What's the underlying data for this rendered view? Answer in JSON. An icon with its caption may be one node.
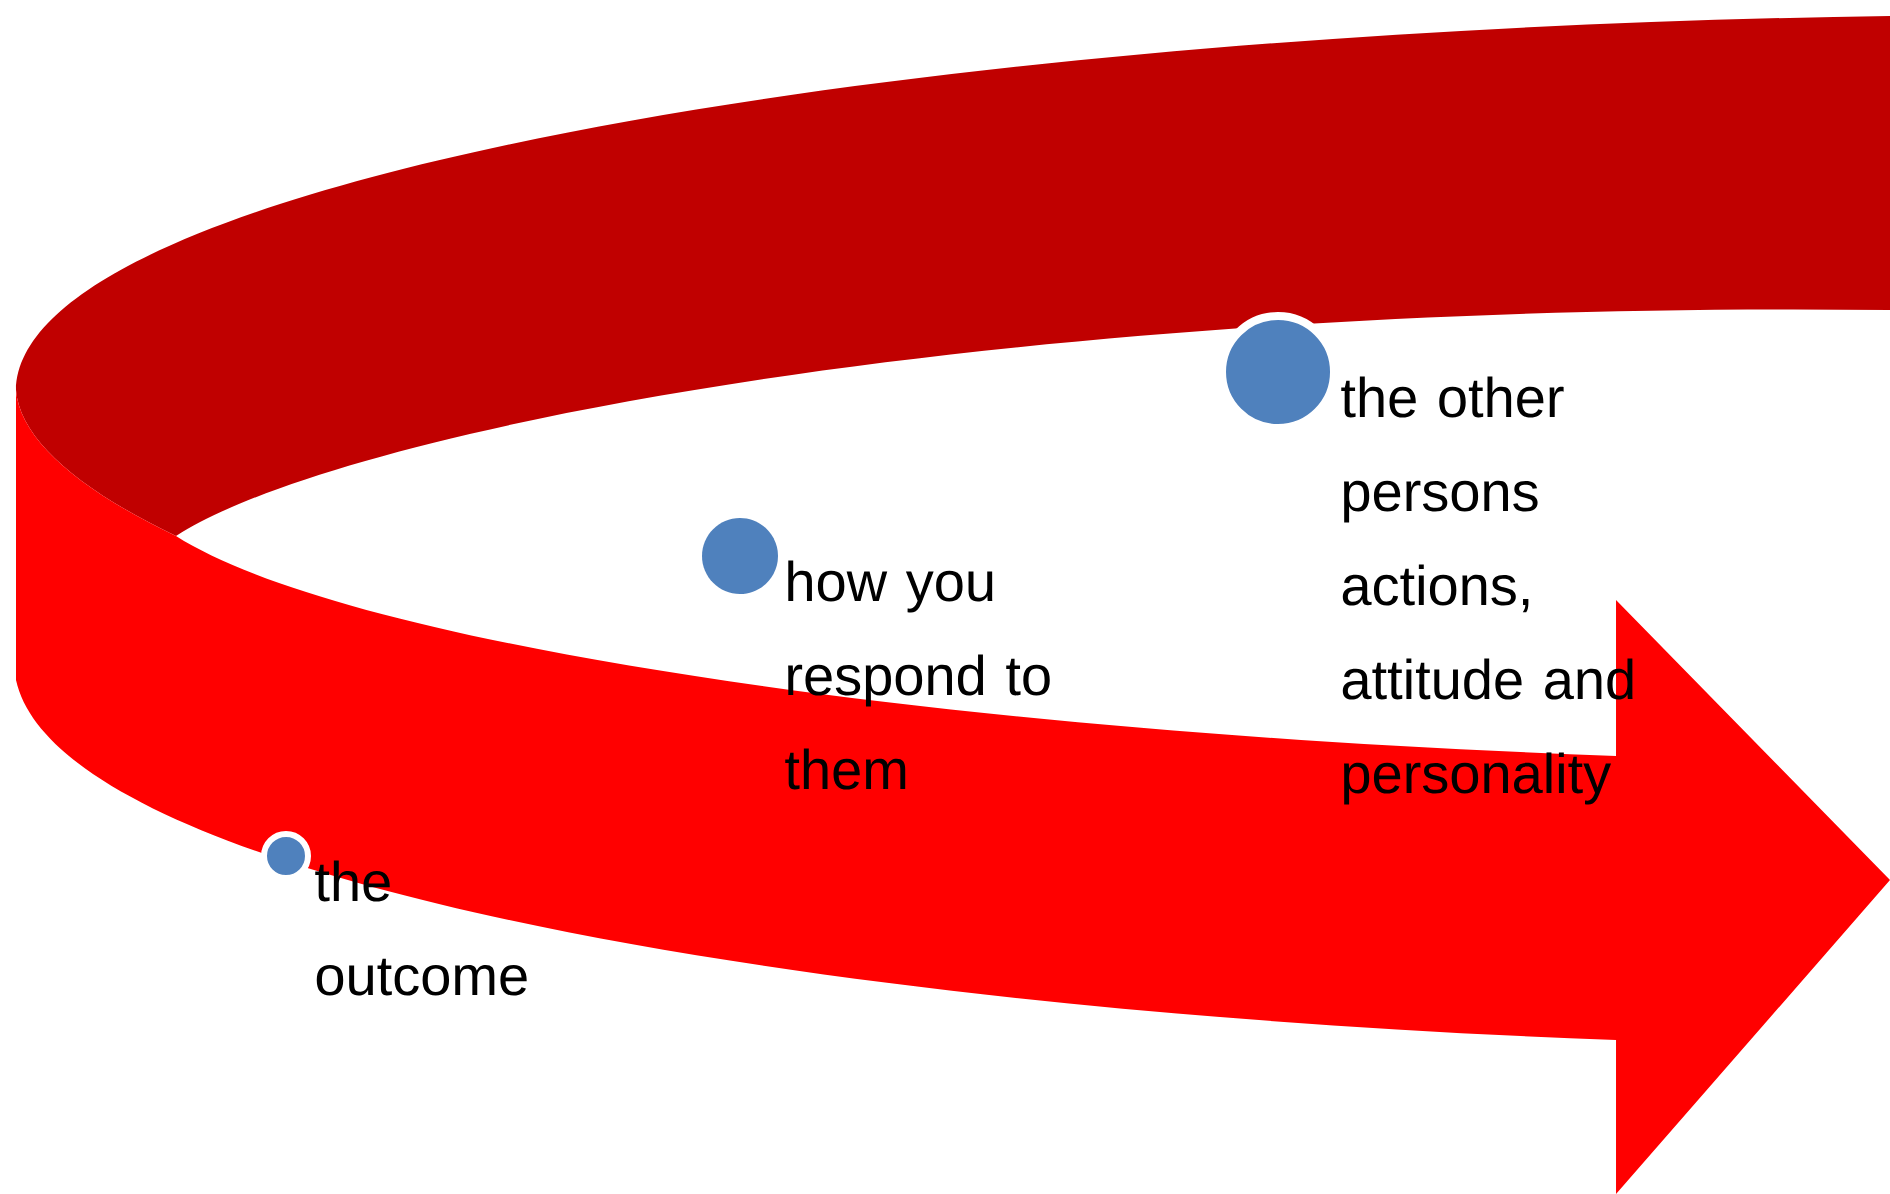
{
  "diagram": {
    "nodes": [
      {
        "text": [],
        "shape": "circle",
        "beside": [
          "the outcome"
        ]
      },
      {
        "text": [],
        "shape": "circle",
        "beside": [
          "how you respond to them"
        ]
      },
      {
        "text": [],
        "shape": "circle",
        "beside": [
          "the other persons actions, attitude and personality"
        ]
      }
    ]
  }
}
